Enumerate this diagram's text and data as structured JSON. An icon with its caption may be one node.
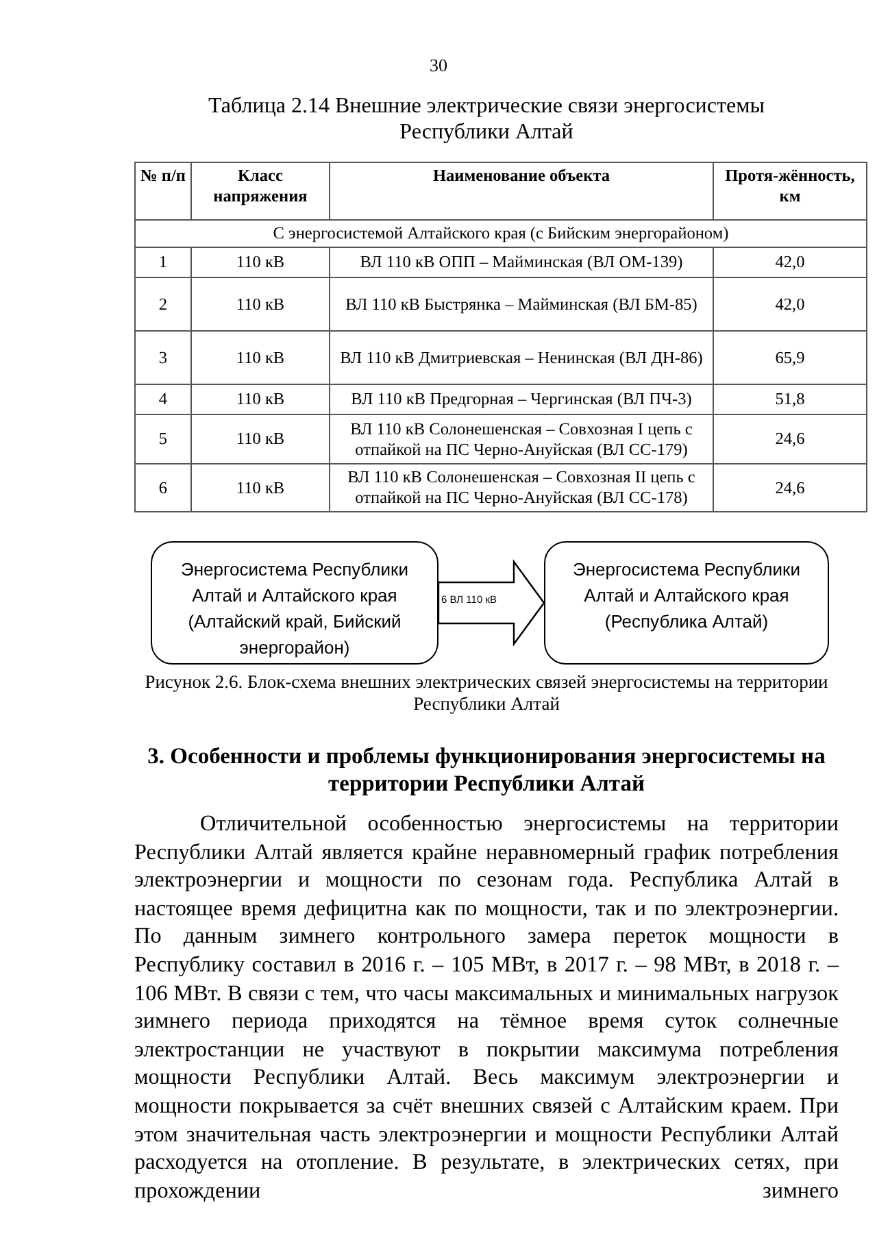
{
  "diagram": {
    "caption": "Рисунок 2.6. Блок-схема внешних электрических связей энергосистемы на территории Республики Алтай",
    "nodes": [
      {
        "text": [
          "Энергосистема Республики Алтай и Алтайского края (Алтайский край, Бийский энергорайон)"
        ]
      },
      {
        "text": [
          "Энергосистема Республики Алтай и Алтайского края (Республика Алтай)"
        ]
      }
    ],
    "edges": [
      {
        "from": 0,
        "to": 1,
        "arrow": "to",
        "label": "6 ВЛ 110 кВ"
      }
    ],
    "labels": [
      "30",
      "Таблица 2.14 Внешние электрические связи энергосистемы Республики Алтай",
      "№ п/п",
      "Класс напряжения",
      "Наименование объекта",
      "Протя-жённость, км",
      "С энергосистемой Алтайского края (с Бийским энергорайоном)",
      "1",
      "110 кВ",
      "ВЛ 110 кВ ОПП – Майминская (ВЛ ОМ-139)",
      "42,0",
      "2",
      "110 кВ",
      "ВЛ 110 кВ Быстрянка – Майминская (ВЛ БМ-85)",
      "42,0",
      "3",
      "110 кВ",
      "ВЛ 110 кВ Дмитриевская – Ненинская (ВЛ ДН-86)",
      "65,9",
      "4",
      "110 кВ",
      "ВЛ 110 кВ Предгорная – Чергинская (ВЛ ПЧ-3)",
      "51,8",
      "5",
      "110 кВ",
      "ВЛ 110 кВ Солонешенская – Совхозная I цепь с отпайкой на ПС Черно-Ануйская (ВЛ СС-179)",
      "24,6",
      "6",
      "110 кВ",
      "ВЛ 110 кВ Солонешенская – Совхозная II цепь с отпайкой на ПС Черно-Ануйская (ВЛ СС-178)",
      "24,6",
      "3. Особенности и проблемы функционирования энергосистемы на территории Республики Алтай",
      "Отличительной особенностью энергосистемы на территории Республики Алтай является крайне неравномерный график потребления электроэнергии и мощности по сезонам года. Республика Алтай в настоящее время дефицитна как по мощности, так и по электроэнергии. По данным зимнего контрольного замера переток мощности в Республику составил в 2016 г. – 105 МВт, в 2017 г. – 98 МВт, в 2018 г. – 106 МВт. В связи с тем, что часы максимальных и минимальных нагрузок зимнего периода приходятся на тёмное время суток солнечные электростанции не участвуют в покрытии максимума потребления мощности Республики Алтай. Весь максимум электроэнергии и мощности покрывается за счёт внешних связей с Алтайским краем. При этом значительная часть электроэнергии и мощности Республики Алтай расходуется на отопление. В результате, в электрических сетях, при прохождении зимнего"
    ]
  }
}
